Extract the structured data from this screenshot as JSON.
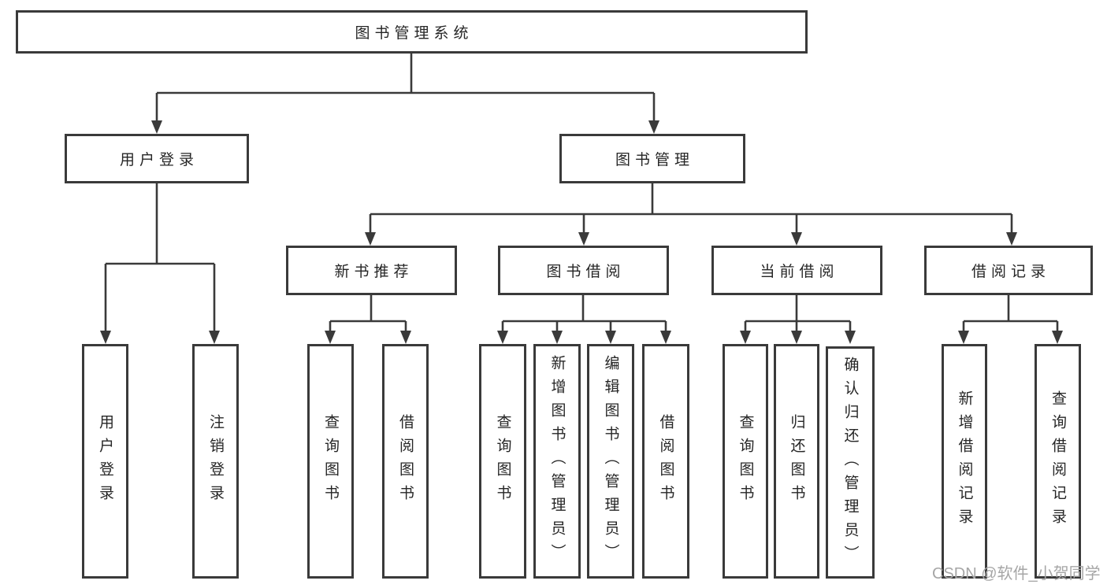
{
  "diagram_type": "hierarchy-tree",
  "colors": {
    "line": "#3a3a3a",
    "box_border": "#3a3a3a",
    "text": "#262626",
    "background": "#ffffff",
    "watermark": "#a6a6a6"
  },
  "tree": {
    "label": "图书管理系统",
    "children": [
      {
        "label": "用户登录",
        "children": [
          {
            "label": "用户登录"
          },
          {
            "label": "注销登录"
          }
        ]
      },
      {
        "label": "图书管理",
        "children": [
          {
            "label": "新书推荐",
            "children": [
              {
                "label": "查询图书"
              },
              {
                "label": "借阅图书"
              }
            ]
          },
          {
            "label": "图书借阅",
            "children": [
              {
                "label": "查询图书"
              },
              {
                "label": "新增图书（管理员）"
              },
              {
                "label": "编辑图书（管理员）"
              },
              {
                "label": "借阅图书"
              }
            ]
          },
          {
            "label": "当前借阅",
            "children": [
              {
                "label": "查询图书"
              },
              {
                "label": "归还图书"
              },
              {
                "label": "确认归还（管理员）"
              }
            ]
          },
          {
            "label": "借阅记录",
            "children": [
              {
                "label": "新增借阅记录"
              },
              {
                "label": "查询借阅记录"
              }
            ]
          }
        ]
      }
    ]
  },
  "watermark": {
    "text": "CSDN @软件_小贺同学"
  }
}
